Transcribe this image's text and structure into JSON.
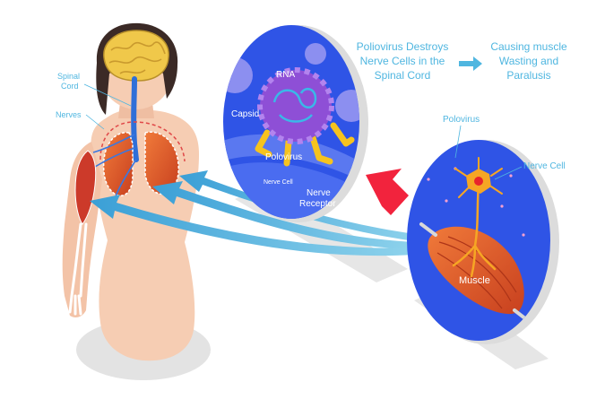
{
  "headline": {
    "line1": "Poliovirus Destroys",
    "line2": "Nerve Cells in the",
    "line3": "Spinal Cord"
  },
  "result": {
    "line1": "Causing muscle",
    "line2": "Wasting and",
    "line3": "Paralusis"
  },
  "body_labels": {
    "spinal_line1": "Spinal",
    "spinal_line2": "Cord",
    "nerves": "Nerves"
  },
  "virus_panel": {
    "rna": "RNA",
    "capsid": "Capsid",
    "polovirus": "Polovirus",
    "nerve_cell": "Nerve Cell",
    "receptor_line1": "Nerve",
    "receptor_line2": "Receptor"
  },
  "muscle_panel": {
    "polovirus": "Polovirus",
    "nerve_cell": "Nerve Cell",
    "muscle": "Muscle"
  },
  "colors": {
    "label": "#4fb6e0",
    "panel_blue": "#2f54e6",
    "skin": "#f6cdb3",
    "muscle": "#d8542a",
    "red_arrow": "#f2233d"
  }
}
